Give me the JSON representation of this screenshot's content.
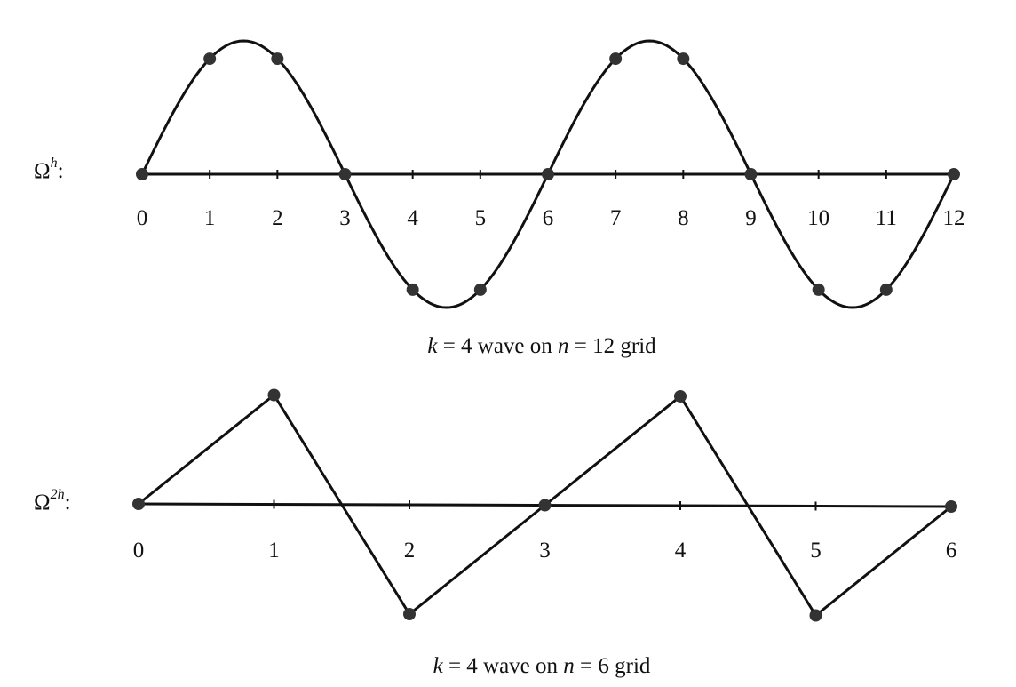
{
  "panels": [
    {
      "id": "fine",
      "grid_label": {
        "symbol": "Ω",
        "superscript": "h",
        "suffix": ":"
      },
      "tick_labels": [
        "0",
        "1",
        "2",
        "3",
        "4",
        "5",
        "6",
        "7",
        "8",
        "9",
        "10",
        "11",
        "12"
      ],
      "caption": {
        "k_var": "k",
        "k_value": " = 4 wave on ",
        "n_var": "n",
        "n_value": " = 12 grid"
      },
      "n": 12,
      "k": 4
    },
    {
      "id": "coarse",
      "grid_label": {
        "symbol": "Ω",
        "superscript": "2h",
        "suffix": ":"
      },
      "tick_labels": [
        "0",
        "1",
        "2",
        "3",
        "4",
        "5",
        "6"
      ],
      "caption": {
        "k_var": "k",
        "k_value": " = 4 wave on ",
        "n_var": "n",
        "n_value": " = 6 grid"
      },
      "n": 6,
      "k": 4
    }
  ],
  "colors": {
    "ink": "#111111",
    "point": "#333333"
  }
}
